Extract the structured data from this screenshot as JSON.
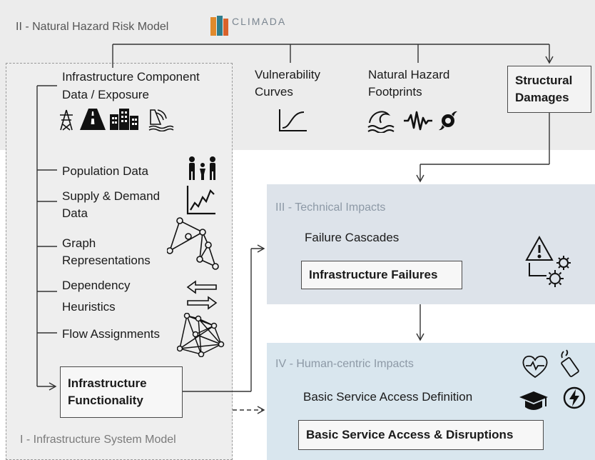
{
  "section2": {
    "title": "II - Natural Hazard Risk Model",
    "logo_text": "CLIMADA",
    "logo_colors": [
      "#e08a2c",
      "#2e7d8c",
      "#d9622b"
    ]
  },
  "section1": {
    "title": "I - Infrastructure System Model",
    "component_line1": "Infrastructure Component",
    "component_line2": "Data / Exposure",
    "population": "Population Data",
    "supply_line1": "Supply & Demand",
    "supply_line2": "Data",
    "graph_line1": "Graph",
    "graph_line2": "Representations",
    "dependency_line1": "Dependency",
    "dependency_line2": "Heuristics",
    "flow": "Flow Assignments",
    "functionality_line1": "Infrastructure",
    "functionality_line2": "Functionality"
  },
  "hazard": {
    "vulnerability_line1": "Vulnerability",
    "vulnerability_line2": "Curves",
    "footprints_line1": "Natural Hazard",
    "footprints_line2": "Footprints",
    "damages_line1": "Structural",
    "damages_line2": "Damages"
  },
  "section3": {
    "title": "III - Technical Impacts",
    "cascades": "Failure Cascades",
    "failures": "Infrastructure Failures"
  },
  "section4": {
    "title": "IV - Human-centric Impacts",
    "definition": "Basic Service Access Definition",
    "disruptions": "Basic Service Access & Disruptions"
  },
  "icons": [
    "power-tower-icon",
    "road-icon",
    "building-icon",
    "dam-icon",
    "people-icon",
    "trend-chart-icon",
    "graph-icon",
    "arrows-exchange-icon",
    "network-icon",
    "curve-icon",
    "flood-wave-icon",
    "seismic-icon",
    "cyclone-icon",
    "warning-gears-icon",
    "heart-pulse-icon",
    "phone-icon",
    "graduation-cap-icon",
    "lightning-icon"
  ]
}
